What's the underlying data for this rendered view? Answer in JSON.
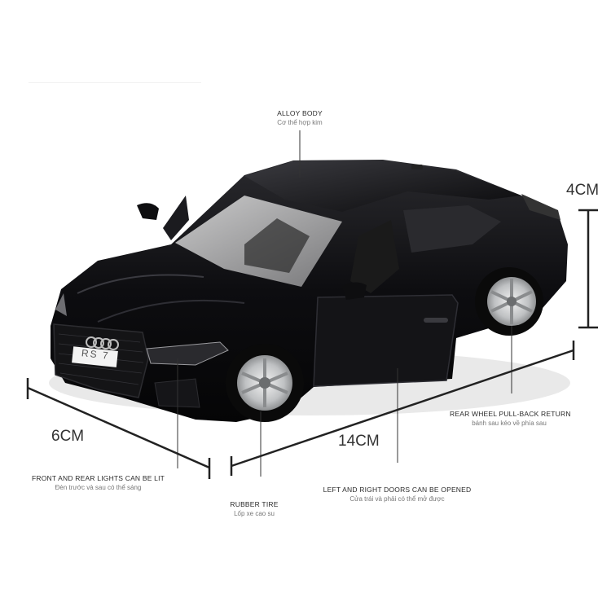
{
  "labels": {
    "alloy_body": {
      "en": "ALLOY BODY",
      "vi": "Cơ thể hợp kim"
    },
    "lights": {
      "en": "FRONT AND REAR LIGHTS CAN BE LIT",
      "vi": "Đèn trước và sau có thể sáng"
    },
    "rubber_tire": {
      "en": "RUBBER TIRE",
      "vi": "Lốp xe cao su"
    },
    "doors": {
      "en": "LEFT AND RIGHT DOORS CAN BE OPENED",
      "vi": "Cửa trái và phải có thể mở được"
    },
    "rear_wheel": {
      "en": "REAR WHEEL PULL-BACK RETURN",
      "vi": "bánh sau kéo về phía sau"
    }
  },
  "dimensions": {
    "height": "4CM",
    "width": "6CM",
    "length": "14CM"
  },
  "car": {
    "plate_text": "RS 7",
    "body_color": "#0c0c0e",
    "rim_color": "#c9cbcd"
  }
}
